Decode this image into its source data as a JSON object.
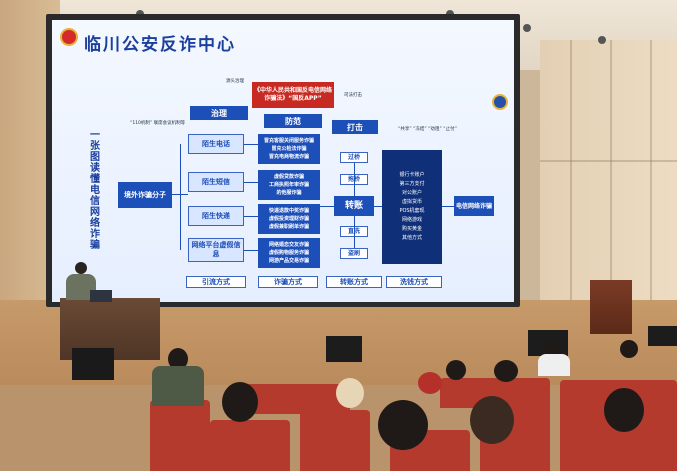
{
  "screen": {
    "title": "临川公安反诈中心",
    "vertical_title": "一张图读懂电信网络诈骗",
    "top_box": "《中华人民共和国反电信网络诈骗法》“国反APP”",
    "notes": {
      "left_top": "源头治理",
      "right_top": "司法打击",
      "note_96110": "“110机制” 联席会议机制等",
      "note_right": "“共享” “冻结” “劝阻” “止付”"
    },
    "row_top": {
      "governance": "治理",
      "prevention": "防范",
      "strike": "打击"
    },
    "left_box": "境外诈骗分子",
    "channels": [
      "陌生电话",
      "陌生短信",
      "陌生快递",
      "网络平台虚假信息"
    ],
    "scam_types": [
      [
        "冒充客服关闭服务诈骗",
        "冒充公检法诈骗",
        "冒充电商物流诈骗"
      ],
      [
        "虚假贷款诈骗",
        "工商执照年审诈骗",
        "的他服诈骗"
      ],
      [
        "快递退款中奖诈骗",
        "虚假投资理财诈骗",
        "虚假兼职刷单诈骗"
      ],
      [
        "网络婚恋交友诈骗",
        "虚假购物服务诈骗",
        "网游产品交易诈骗"
      ]
    ],
    "flow_small": [
      "过桥",
      "拖桥"
    ],
    "transfer": "转账",
    "flow_small_bottom": [
      "直洗",
      "盗刷"
    ],
    "dark_list": [
      "银行卡账户",
      "第三方支付",
      "对公账户",
      "虚拟货币",
      "POS机套现",
      "网络游戏",
      "购买黄金",
      "其他方式"
    ],
    "telecom_fraud": "电信网络诈骗",
    "bottom_labels": [
      "引流方式",
      "诈骗方式",
      "转账方式",
      "洗钱方式"
    ]
  }
}
